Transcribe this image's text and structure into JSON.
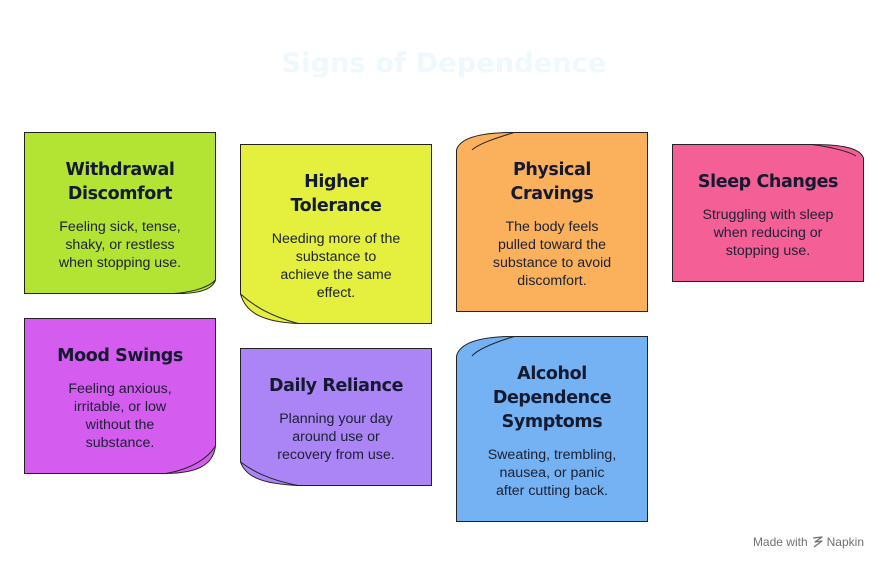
{
  "title": "Signs of Dependence",
  "cards": [
    {
      "id": "withdrawal",
      "title_lines": [
        "Withdrawal",
        "Discomfort"
      ],
      "desc_lines": [
        "Feeling sick, tense,",
        "shaky, or restless",
        "when stopping use."
      ],
      "color": "#b4e433"
    },
    {
      "id": "tolerance",
      "title_lines": [
        "Higher",
        "Tolerance"
      ],
      "desc_lines": [
        "Needing more of the",
        "substance to",
        "achieve the same",
        "effect."
      ],
      "color": "#e4f03d"
    },
    {
      "id": "cravings",
      "title_lines": [
        "Physical",
        "Cravings"
      ],
      "desc_lines": [
        "The body feels",
        "pulled toward the",
        "substance to avoid",
        "discomfort."
      ],
      "color": "#fbb15c"
    },
    {
      "id": "sleep",
      "title_lines": [
        "Sleep Changes"
      ],
      "desc_lines": [
        "Struggling with sleep",
        "when reducing or",
        "stopping use."
      ],
      "color": "#f45f96"
    },
    {
      "id": "mood",
      "title_lines": [
        "Mood Swings"
      ],
      "desc_lines": [
        "Feeling anxious,",
        "irritable, or low",
        "without the",
        "substance."
      ],
      "color": "#d45df0"
    },
    {
      "id": "reliance",
      "title_lines": [
        "Daily Reliance"
      ],
      "desc_lines": [
        "Planning your day",
        "around use or",
        "recovery from use."
      ],
      "color": "#ab85f6"
    },
    {
      "id": "alcohol",
      "title_lines": [
        "Alcohol",
        "Dependence",
        "Symptoms"
      ],
      "desc_lines": [
        "Sweating, trembling,",
        "nausea, or panic",
        "after cutting back."
      ],
      "color": "#74b2f3"
    }
  ],
  "footer": {
    "made_with": "Made with",
    "brand": "Napkin",
    "logo_icon": "napkin-logo-icon"
  }
}
